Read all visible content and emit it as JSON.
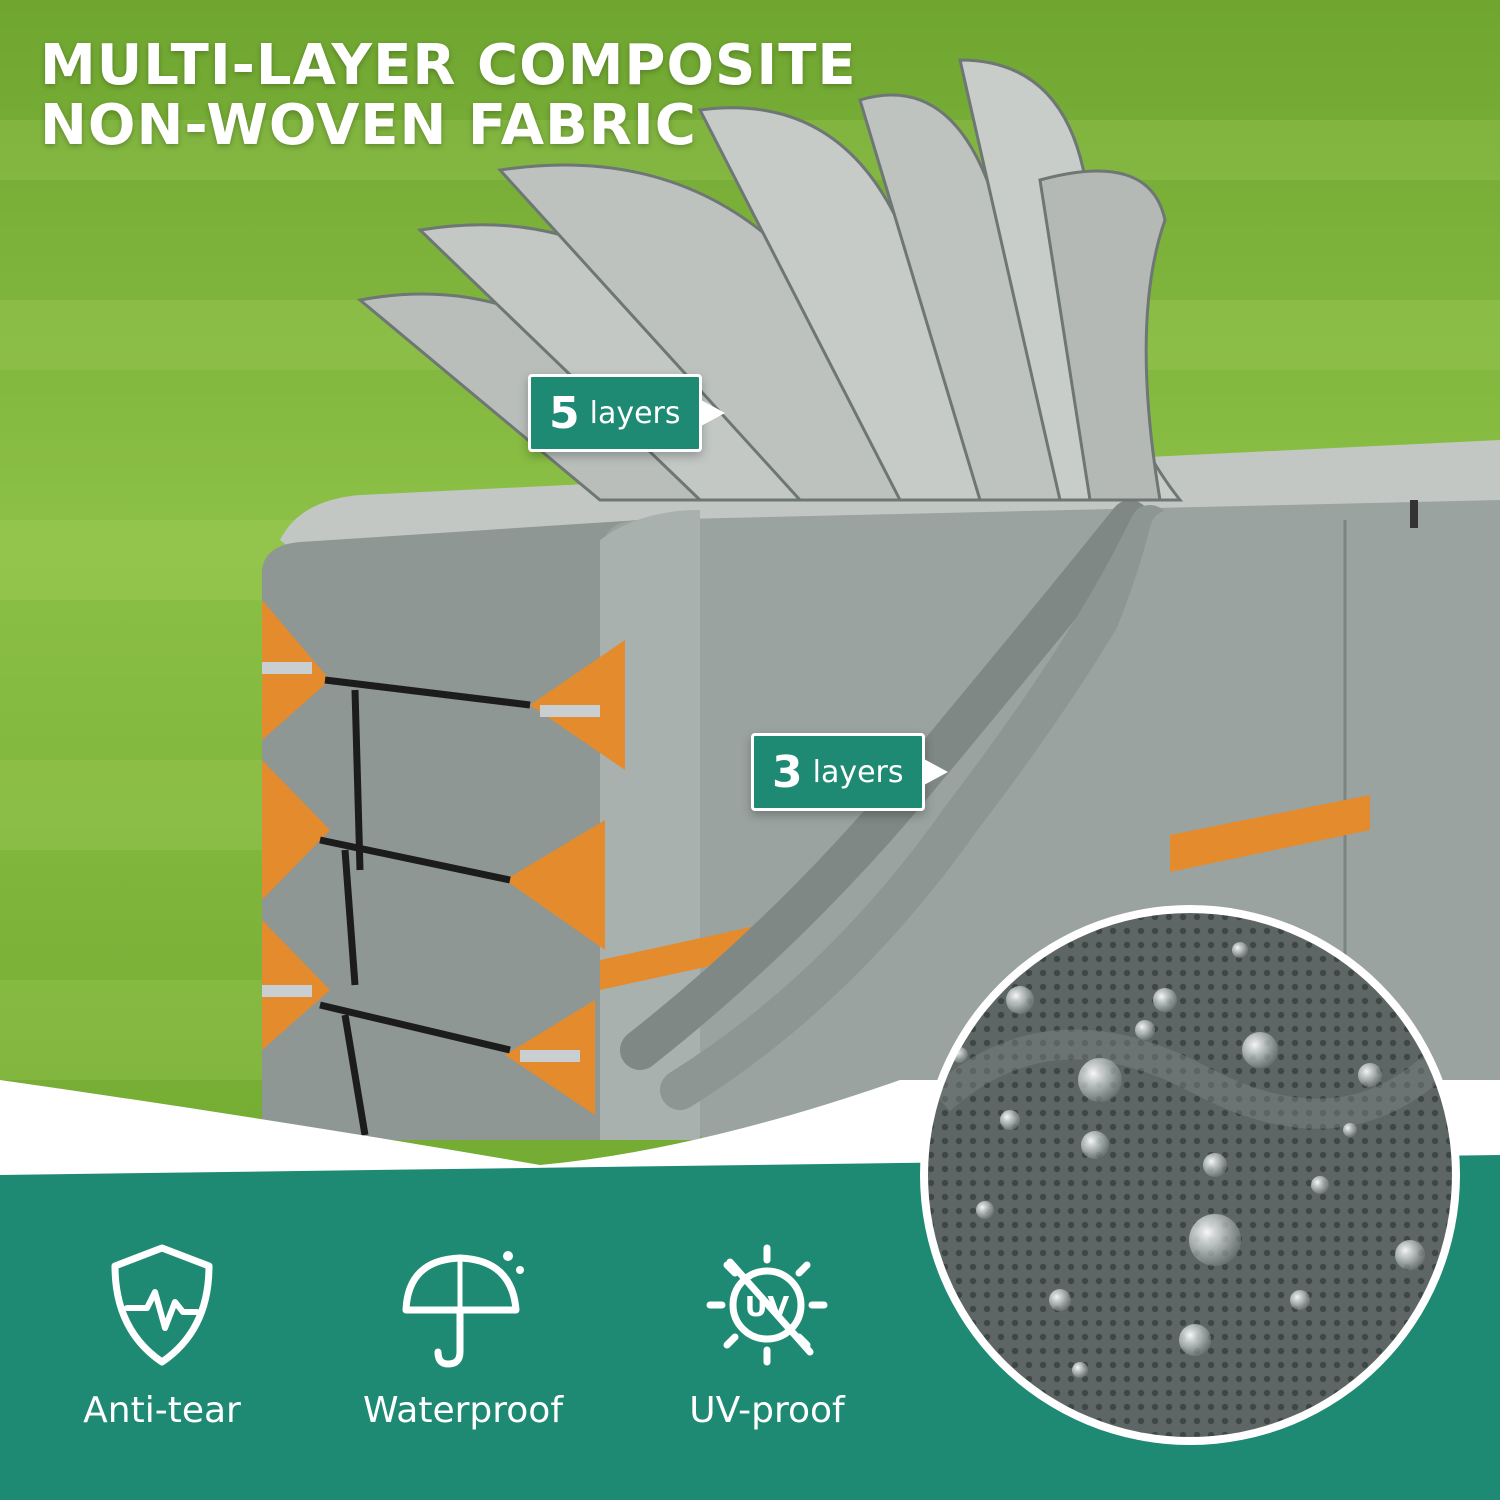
{
  "headline": {
    "line1": "MULTI-LAYER COMPOSITE",
    "line2": "NON-WOVEN FABRIC"
  },
  "callouts": [
    {
      "number": "5",
      "word": "layers"
    },
    {
      "number": "3",
      "word": "layers"
    }
  ],
  "features": [
    {
      "label": "Anti-tear",
      "icon": "shield-heartbeat-icon"
    },
    {
      "label": "Waterproof",
      "icon": "umbrella-icon"
    },
    {
      "label": "UV-proof",
      "icon": "uv-sun-crossed-icon"
    }
  ],
  "colors": {
    "brand_teal": "#1f8a73",
    "grass_green": "#7fb33a",
    "fabric_gray": "#8e9794",
    "accent_orange": "#e48b2e"
  }
}
